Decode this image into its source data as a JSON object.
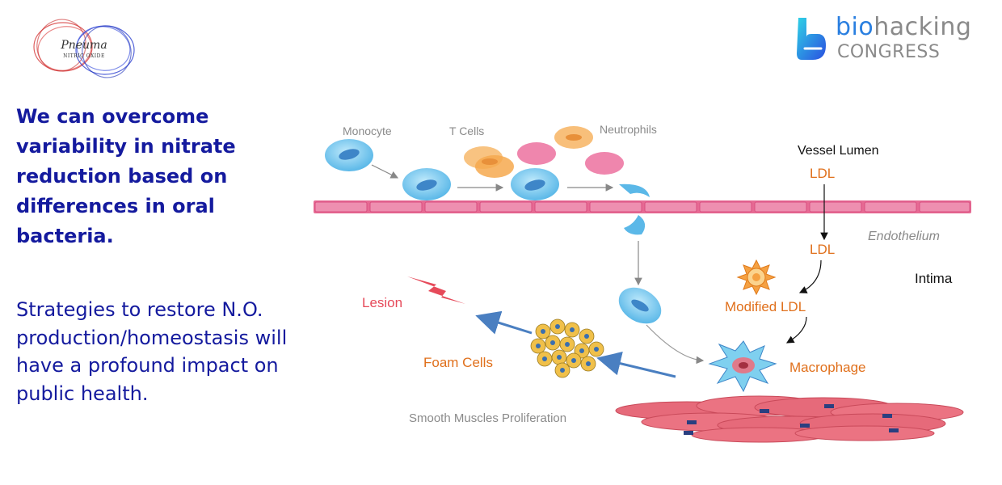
{
  "logo_left": {
    "text_main": "Pneuma",
    "text_sub": "NITRIC OXIDE"
  },
  "logo_right": {
    "word_prefix": "bio",
    "word_suffix": "hacking",
    "subtitle": "CONGRESS"
  },
  "headline": "We can overcome variability in nitrate reduction based on differences in oral bacteria.",
  "body": "Strategies to restore N.O. production/homeostasis will have a profound impact on public health.",
  "diagram": {
    "labels": {
      "monocyte": "Monocyte",
      "t_cells": "T Cells",
      "neutrophils": "Neutrophils",
      "vessel_lumen": "Vessel Lumen",
      "ldl_top": "LDL",
      "endothelium": "Endothelium",
      "ldl_mid": "LDL",
      "intima": "Intima",
      "modified_ldl": "Modified LDL",
      "lesion": "Lesion",
      "foam_cells": "Foam Cells",
      "macrophage": "Macrophage",
      "smooth_muscles": "Smooth Muscles Proliferation"
    },
    "colors": {
      "orange_label": "#e0701c",
      "lesion_red": "#e64a5a",
      "membrane_pink": "#e66a93",
      "cell_blue": "#6cc4ee",
      "arrow_blue": "#4a7fc1",
      "gray_text": "#8a8a8a"
    }
  }
}
